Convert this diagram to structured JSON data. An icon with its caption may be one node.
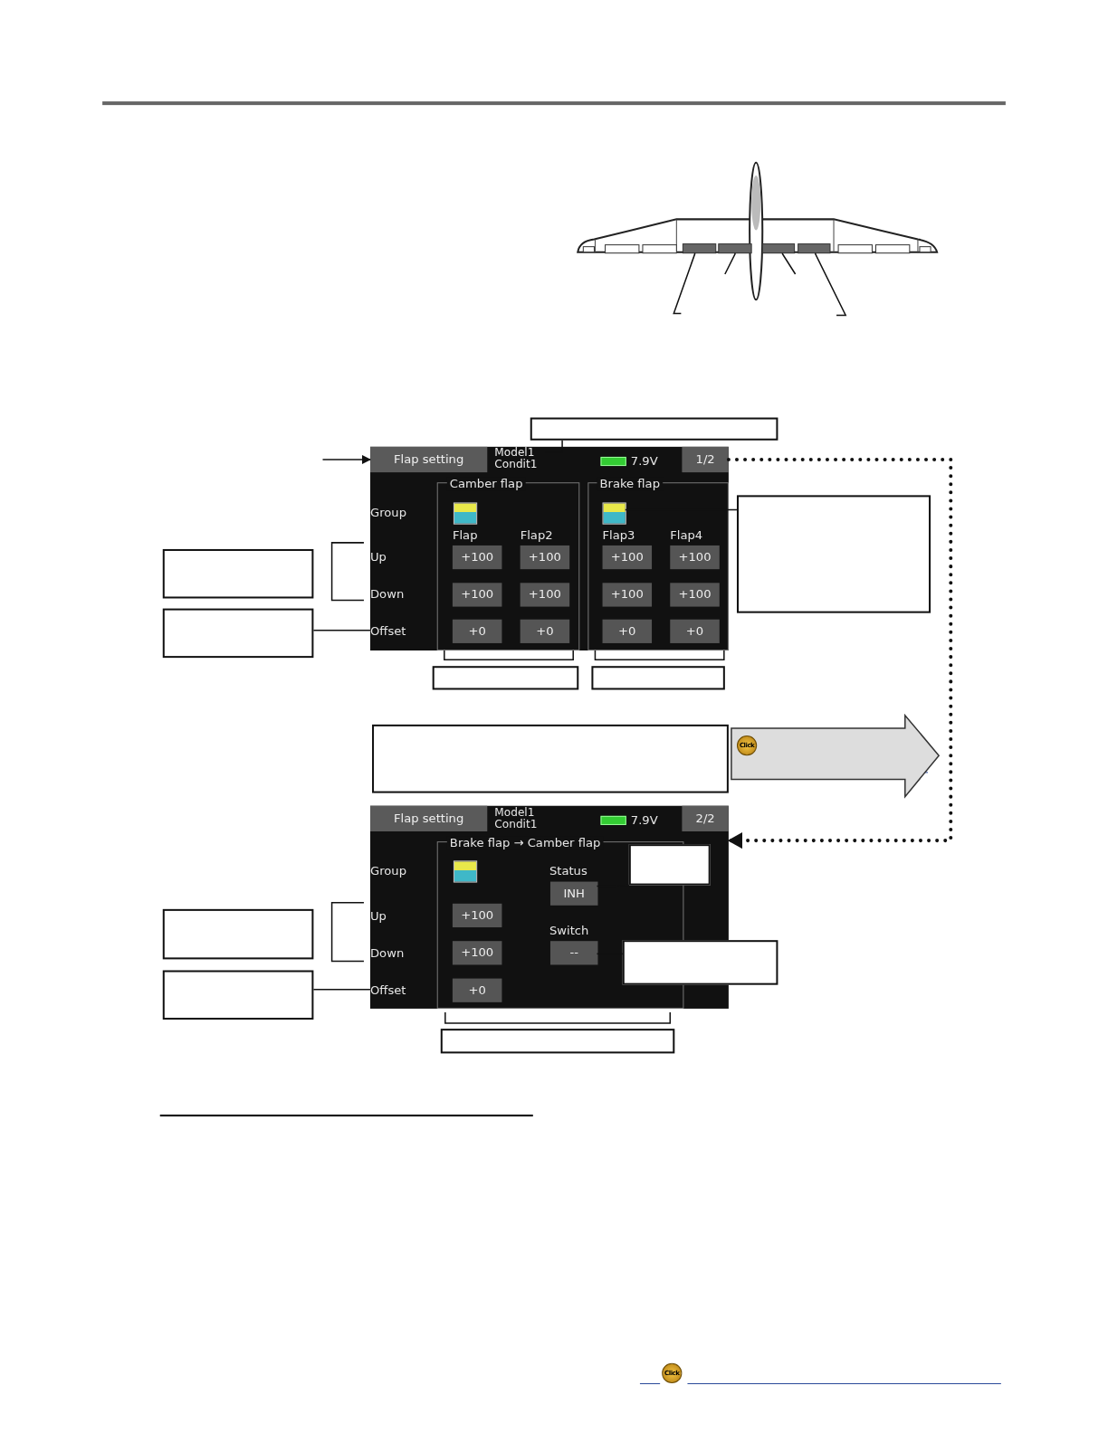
{
  "diagram": {
    "nodes": [
      {
        "text": [],
        "shape": "box"
      },
      {
        "text": [],
        "shape": "box"
      },
      {
        "text": [],
        "shape": "box"
      },
      {
        "text": [],
        "shape": "box"
      },
      {
        "text": [],
        "shape": "box"
      },
      {
        "text": [
          "7.9V",
          "Group",
          "Up",
          "Down",
          "Offset"
        ]
      },
      {
        "text": [
          "Flap setting"
        ],
        "in": 5
      },
      {
        "text": [
          "Model1 Condit1"
        ],
        "in": 5
      },
      {
        "text": [
          "1/2"
        ],
        "in": 5
      },
      {
        "text": [
          "Camber flap",
          "Flap",
          "Flap2"
        ],
        "in": 5
      },
      {
        "text": [],
        "shape": "box",
        "in": 9
      },
      {
        "text": [
          "+100"
        ],
        "in": 9
      },
      {
        "text": [
          "+100"
        ],
        "in": 9
      },
      {
        "text": [
          "+100"
        ],
        "in": 9
      },
      {
        "text": [
          "+100"
        ],
        "in": 9
      },
      {
        "text": [
          "+0"
        ],
        "in": 9
      },
      {
        "text": [
          "+0"
        ],
        "in": 9
      },
      {
        "text": [
          "Brake flap",
          "Flap3",
          "Flap4"
        ],
        "in": 5
      },
      {
        "text": [],
        "shape": "box",
        "in": 17
      },
      {
        "text": [
          "+100"
        ],
        "in": 17
      },
      {
        "text": [
          "+100"
        ],
        "in": 17
      },
      {
        "text": [
          "+100"
        ],
        "in": 17
      },
      {
        "text": [
          "+100"
        ],
        "in": 17
      },
      {
        "text": [
          "+0"
        ],
        "in": 17
      },
      {
        "text": [
          "+0"
        ],
        "in": 17
      },
      {
        "text": [],
        "shape": "box"
      },
      {
        "text": [],
        "shape": "box"
      },
      {
        "text": [],
        "shape": "box"
      },
      {
        "text": [],
        "shape": "box"
      },
      {
        "text": [],
        "shape": "box"
      },
      {
        "text": [],
        "shape": "box"
      },
      {
        "text": [],
        "shape": "arrow"
      },
      {
        "text": [
          "Model1 Condit1",
          "7.9V",
          "Group",
          "Up",
          "Down",
          "Offset"
        ]
      },
      {
        "text": [
          "Flap setting"
        ],
        "in": 32
      },
      {
        "text": [
          "2/2"
        ],
        "in": 32
      },
      {
        "text": [
          "Brake flap → Camber flap",
          "Status",
          "Switch"
        ],
        "in": 32
      },
      {
        "text": [],
        "shape": "box",
        "in": 35
      },
      {
        "text": [
          "+100"
        ],
        "in": 35
      },
      {
        "text": [
          "+100"
        ],
        "in": 35
      },
      {
        "text": [
          "+0"
        ],
        "in": 35
      },
      {
        "text": [
          "INH"
        ],
        "in": 35
      },
      {
        "text": [
          "--"
        ],
        "in": 35
      },
      {
        "text": [],
        "shape": "box",
        "in": 32
      },
      {
        "text": [],
        "shape": "box"
      },
      {
        "text": [],
        "shape": "box"
      },
      {
        "text": [],
        "shape": "box"
      },
      {
        "text": [],
        "shape": "box"
      }
    ],
    "edges": [
      {
        "from": null,
        "to": 6,
        "arrow": "to"
      },
      {
        "from": 4,
        "to": 7,
        "arrow": "none"
      },
      {
        "from": 25,
        "to": 18,
        "arrow": "none"
      },
      {
        "from": 27,
        "to": 5,
        "arrow": "none"
      },
      {
        "from": 8,
        "to": 32,
        "arrow": "to",
        "style": "dashed"
      },
      {
        "from": 42,
        "to": 40,
        "arrow": "none"
      },
      {
        "from": 43,
        "to": 41,
        "arrow": "none"
      },
      {
        "from": 45,
        "to": 32,
        "arrow": "none"
      },
      {
        "from": null,
        "to": 0,
        "arrow": "none"
      },
      {
        "from": null,
        "to": 1,
        "arrow": "none"
      },
      {
        "from": null,
        "to": 2,
        "arrow": "none"
      },
      {
        "from": null,
        "to": 3,
        "arrow": "none"
      }
    ],
    "labels": [
      "Click",
      "Click"
    ]
  }
}
